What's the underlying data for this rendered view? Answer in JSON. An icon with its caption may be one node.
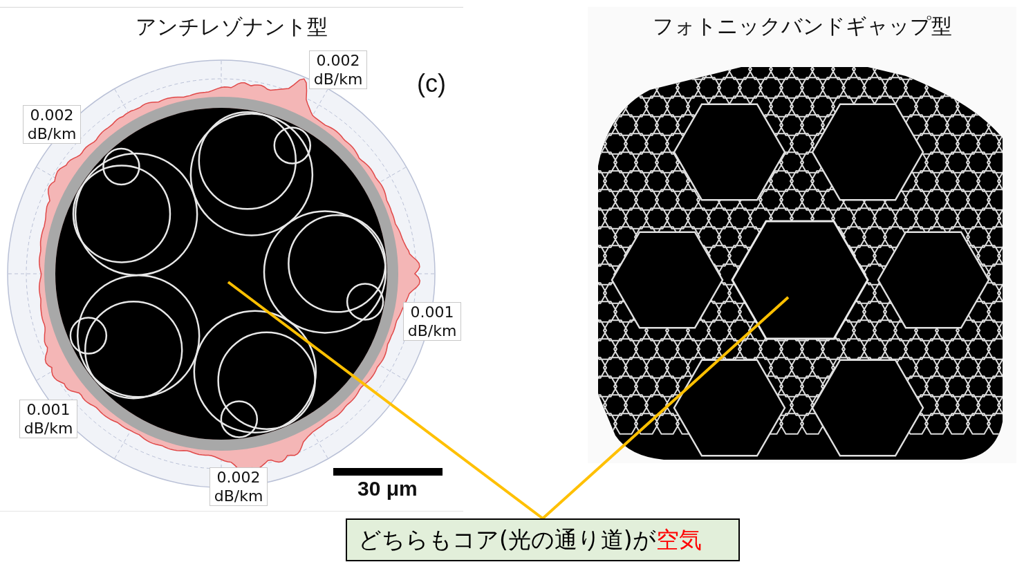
{
  "diagram": {
    "nodes": [
      {
        "text": [
          "アンチレゾナント型"
        ]
      },
      {
        "text": [],
        "shape": "circle",
        "in": 0
      },
      {
        "text": [
          "フォトニックバンドギャップ型"
        ]
      },
      {
        "text": [],
        "shape": "hexagon",
        "in": 2
      },
      {
        "text": [
          "どちらもコア(光の通り道)が",
          "空気"
        ]
      }
    ],
    "edges": [
      {
        "from": 4,
        "to": 1,
        "arrow": "none"
      },
      {
        "from": 4,
        "to": 3,
        "arrow": "none"
      }
    ],
    "labels": [
      "0.002 dB/km",
      "(c)",
      "0.002 dB/km",
      "0.001 dB/km",
      "0.001 dB/km",
      "0.002 dB/km",
      "30 μm"
    ]
  }
}
